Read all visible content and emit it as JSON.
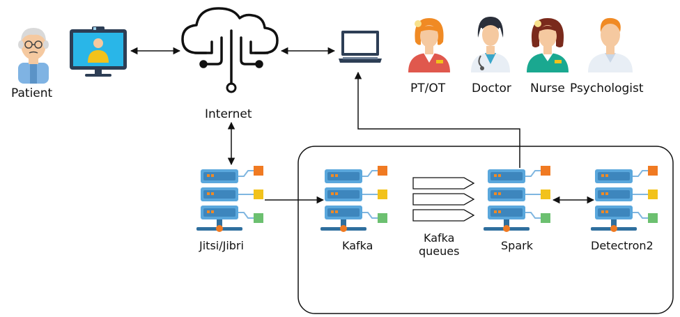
{
  "labels": {
    "patient": "Patient",
    "internet": "Internet",
    "pt_ot": "PT/OT",
    "doctor": "Doctor",
    "nurse": "Nurse",
    "psychologist": "Psychologist",
    "jitsi": "Jitsi/Jibri",
    "kafka": "Kafka",
    "kafka_queues_line1": "Kafka",
    "kafka_queues_line2": "queues",
    "spark": "Spark",
    "detectron2": "Detectron2"
  },
  "colors": {
    "server_blue": "#5aa7dc",
    "server_dark": "#2f6f9e",
    "server_light": "#cfe6f7",
    "led_orange": "#f08a24",
    "port_orange": "#f07a22",
    "port_yellow": "#f2c21b",
    "port_green": "#6cc070",
    "wire": "#7fb6e0",
    "monitor_frame": "#2d3e55",
    "monitor_screen": "#29b6e8",
    "line": "#111111"
  }
}
